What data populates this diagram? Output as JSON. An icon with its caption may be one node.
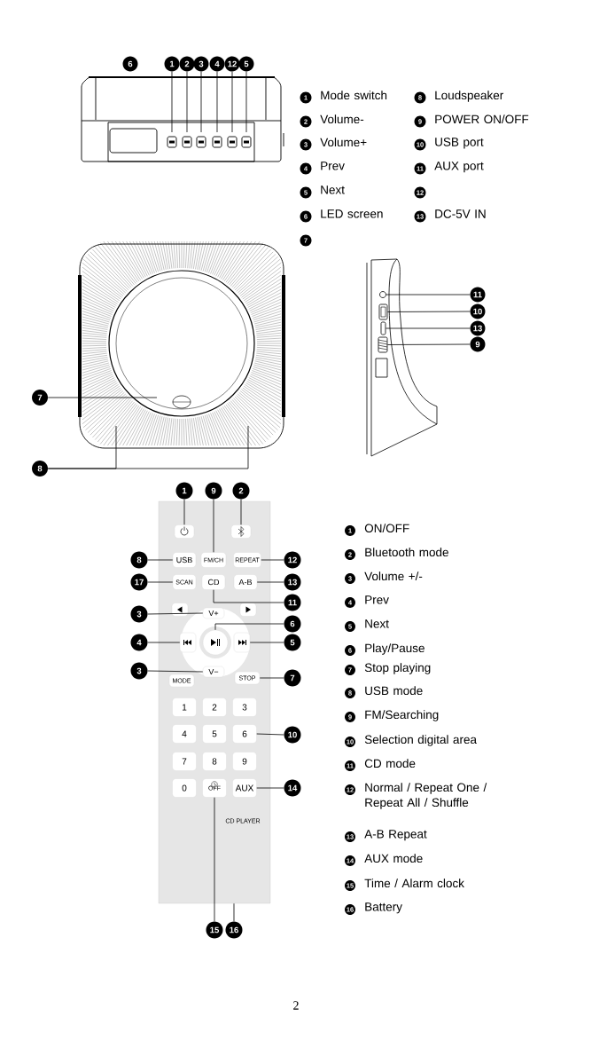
{
  "diagram": {
    "nodes": [
      {
        "text": [
          "6"
        ]
      },
      {
        "text": [
          "1"
        ]
      },
      {
        "text": [
          "2"
        ]
      },
      {
        "text": [
          "3"
        ]
      },
      {
        "text": [
          "4"
        ]
      },
      {
        "text": [
          "12"
        ]
      },
      {
        "text": [
          "5"
        ]
      },
      {
        "text": [
          "1"
        ],
        "beside": [
          "Mode switch"
        ]
      },
      {
        "text": [
          "8"
        ],
        "beside": [
          "Loudspeaker"
        ]
      },
      {
        "text": [
          "2"
        ],
        "beside": [
          "Volume-"
        ]
      },
      {
        "text": [
          "9"
        ],
        "beside": [
          "POWER ON/OFF"
        ]
      },
      {
        "text": [
          "3"
        ],
        "beside": [
          "Volume+"
        ]
      },
      {
        "text": [
          "10"
        ],
        "beside": [
          "USB port"
        ]
      },
      {
        "text": [
          "4"
        ],
        "beside": [
          "Prev"
        ]
      },
      {
        "text": [
          "11"
        ],
        "beside": [
          "AUX port"
        ]
      },
      {
        "text": [
          "5"
        ],
        "beside": [
          "Next"
        ]
      },
      {
        "text": [
          "12"
        ]
      },
      {
        "text": [
          "6"
        ],
        "beside": [
          "LED screen"
        ]
      },
      {
        "text": [
          "13"
        ],
        "beside": [
          "DC-5V IN"
        ]
      },
      {
        "text": [
          "7"
        ]
      },
      {
        "text": [
          "11"
        ]
      },
      {
        "text": [
          "10"
        ]
      },
      {
        "text": [
          "13"
        ]
      },
      {
        "text": [
          "9"
        ]
      },
      {
        "text": [
          "7"
        ]
      },
      {
        "text": [
          "8"
        ]
      },
      {
        "text": [
          "CD PLAYER"
        ]
      },
      {
        "text": [
          "1"
        ]
      },
      {
        "text": [
          "9"
        ]
      },
      {
        "text": [
          "2"
        ]
      },
      {
        "text": [],
        "shape": "box",
        "in": 26
      },
      {
        "text": [],
        "shape": "box",
        "in": 26
      },
      {
        "text": [
          "8"
        ]
      },
      {
        "text": [
          "USB"
        ],
        "in": 26
      },
      {
        "text": [
          "FM/CH"
        ],
        "in": 26
      },
      {
        "text": [
          "REPEAT"
        ],
        "in": 26
      },
      {
        "text": [
          "12"
        ]
      },
      {
        "text": [
          "17"
        ]
      },
      {
        "text": [
          "SCAN"
        ],
        "in": 26
      },
      {
        "text": [
          "CD"
        ],
        "in": 26
      },
      {
        "text": [
          "A-B"
        ],
        "in": 26
      },
      {
        "text": [
          "13"
        ]
      },
      {
        "text": [
          "11"
        ]
      },
      {
        "text": [],
        "shape": "box",
        "in": 26
      },
      {
        "text": [],
        "shape": "box",
        "in": 26
      },
      {
        "text": [
          "3"
        ]
      },
      {
        "text": [
          "V+"
        ],
        "in": 26
      },
      {
        "text": [
          "6"
        ]
      },
      {
        "text": [
          "4"
        ]
      },
      {
        "text": [],
        "shape": "box",
        "in": 26
      },
      {
        "text": [],
        "shape": "circle",
        "in": 26
      },
      {
        "text": [],
        "shape": "box",
        "in": 26
      },
      {
        "text": [
          "5"
        ]
      },
      {
        "text": [
          "3"
        ]
      },
      {
        "text": [
          "V−"
        ],
        "in": 26
      },
      {
        "text": [
          "MODE"
        ],
        "in": 26
      },
      {
        "text": [
          "STOP"
        ],
        "in": 26
      },
      {
        "text": [
          "7"
        ]
      },
      {
        "text": [
          "1"
        ],
        "in": 26
      },
      {
        "text": [
          "2"
        ],
        "in": 26
      },
      {
        "text": [
          "3"
        ],
        "in": 26
      },
      {
        "text": [
          "4"
        ],
        "in": 26
      },
      {
        "text": [
          "5"
        ],
        "in": 26
      },
      {
        "text": [
          "6"
        ],
        "in": 26
      },
      {
        "text": [
          "10"
        ]
      },
      {
        "text": [
          "7"
        ],
        "in": 26
      },
      {
        "text": [
          "8"
        ],
        "in": 26
      },
      {
        "text": [
          "9"
        ],
        "in": 26
      },
      {
        "text": [
          "0"
        ],
        "in": 26
      },
      {
        "text": [
          "OFF"
        ],
        "in": 26
      },
      {
        "text": [
          "AUX"
        ],
        "in": 26
      },
      {
        "text": [
          "14"
        ]
      },
      {
        "text": [
          "15"
        ]
      },
      {
        "text": [
          "16"
        ]
      },
      {
        "text": [
          "1"
        ],
        "beside": [
          "ON/OFF"
        ]
      },
      {
        "text": [
          "2"
        ],
        "beside": [
          "Bluetooth mode"
        ]
      },
      {
        "text": [
          "3"
        ],
        "beside": [
          "Volume +/-"
        ]
      },
      {
        "text": [
          "4"
        ],
        "beside": [
          "Prev"
        ]
      },
      {
        "text": [
          "5"
        ],
        "beside": [
          "Next"
        ]
      },
      {
        "text": [
          "6"
        ],
        "beside": [
          "Play/Pause"
        ]
      },
      {
        "text": [
          "7"
        ],
        "beside": [
          "Stop playing"
        ]
      },
      {
        "text": [
          "8"
        ],
        "beside": [
          "USB mode"
        ]
      },
      {
        "text": [
          "9"
        ],
        "beside": [
          "FM/Searching"
        ]
      },
      {
        "text": [
          "10"
        ],
        "beside": [
          "Selection digital area"
        ]
      },
      {
        "text": [
          "11"
        ],
        "beside": [
          "CD mode"
        ]
      },
      {
        "text": [
          "12"
        ],
        "beside": [
          "Normal / Repeat One / Repeat All / Shuffle"
        ]
      },
      {
        "text": [
          "13"
        ],
        "beside": [
          "A-B Repeat"
        ]
      },
      {
        "text": [
          "14"
        ],
        "beside": [
          "AUX mode"
        ]
      },
      {
        "text": [
          "15"
        ],
        "beside": [
          "Time / Alarm clock"
        ]
      },
      {
        "text": [
          "16"
        ],
        "beside": [
          "Battery"
        ]
      },
      {
        "text": [],
        "shape": "circle"
      },
      {
        "text": [],
        "shape": "box"
      },
      {
        "text": [],
        "shape": "box"
      },
      {
        "text": [],
        "shape": "box"
      }
    ],
    "edges": [
      {
        "from": 1,
        "to": null,
        "arrow": "none"
      },
      {
        "from": 2,
        "to": null,
        "arrow": "none"
      },
      {
        "from": 3,
        "to": null,
        "arrow": "none"
      },
      {
        "from": 4,
        "to": null,
        "arrow": "none"
      },
      {
        "from": 5,
        "to": null,
        "arrow": "none"
      },
      {
        "from": 6,
        "to": null,
        "arrow": "none"
      },
      {
        "from": 20,
        "to": 90,
        "arrow": "none"
      },
      {
        "from": 21,
        "to": 91,
        "arrow": "none"
      },
      {
        "from": 22,
        "to": 92,
        "arrow": "none"
      },
      {
        "from": 23,
        "to": 93,
        "arrow": "none"
      },
      {
        "from": 24,
        "to": null,
        "arrow": "none"
      },
      {
        "from": 25,
        "to": null,
        "arrow": "none"
      },
      {
        "from": 25,
        "to": null,
        "arrow": "none"
      },
      {
        "from": 27,
        "to": 30,
        "arrow": "none"
      },
      {
        "from": 28,
        "to": 34,
        "arrow": "none"
      },
      {
        "from": 29,
        "to": 31,
        "arrow": "none"
      },
      {
        "from": 32,
        "to": 33,
        "arrow": "none"
      },
      {
        "from": 37,
        "to": 38,
        "arrow": "none"
      },
      {
        "from": 36,
        "to": 35,
        "arrow": "none"
      },
      {
        "from": 41,
        "to": 40,
        "arrow": "none"
      },
      {
        "from": 42,
        "to": 39,
        "arrow": "none"
      },
      {
        "from": 45,
        "to": 46,
        "arrow": "none"
      },
      {
        "from": 47,
        "to": 50,
        "arrow": "none"
      },
      {
        "from": 48,
        "to": 49,
        "arrow": "none"
      },
      {
        "from": 52,
        "to": 51,
        "arrow": "none"
      },
      {
        "from": 53,
        "to": 54,
        "arrow": "none"
      },
      {
        "from": 57,
        "to": 56,
        "arrow": "none"
      },
      {
        "from": 64,
        "to": 63,
        "arrow": "none"
      },
      {
        "from": 71,
        "to": 70,
        "arrow": "none"
      },
      {
        "from": 72,
        "to": 69,
        "arrow": "none"
      },
      {
        "from": 73,
        "to": 26,
        "arrow": "none"
      }
    ],
    "labels": [
      "2"
    ]
  }
}
